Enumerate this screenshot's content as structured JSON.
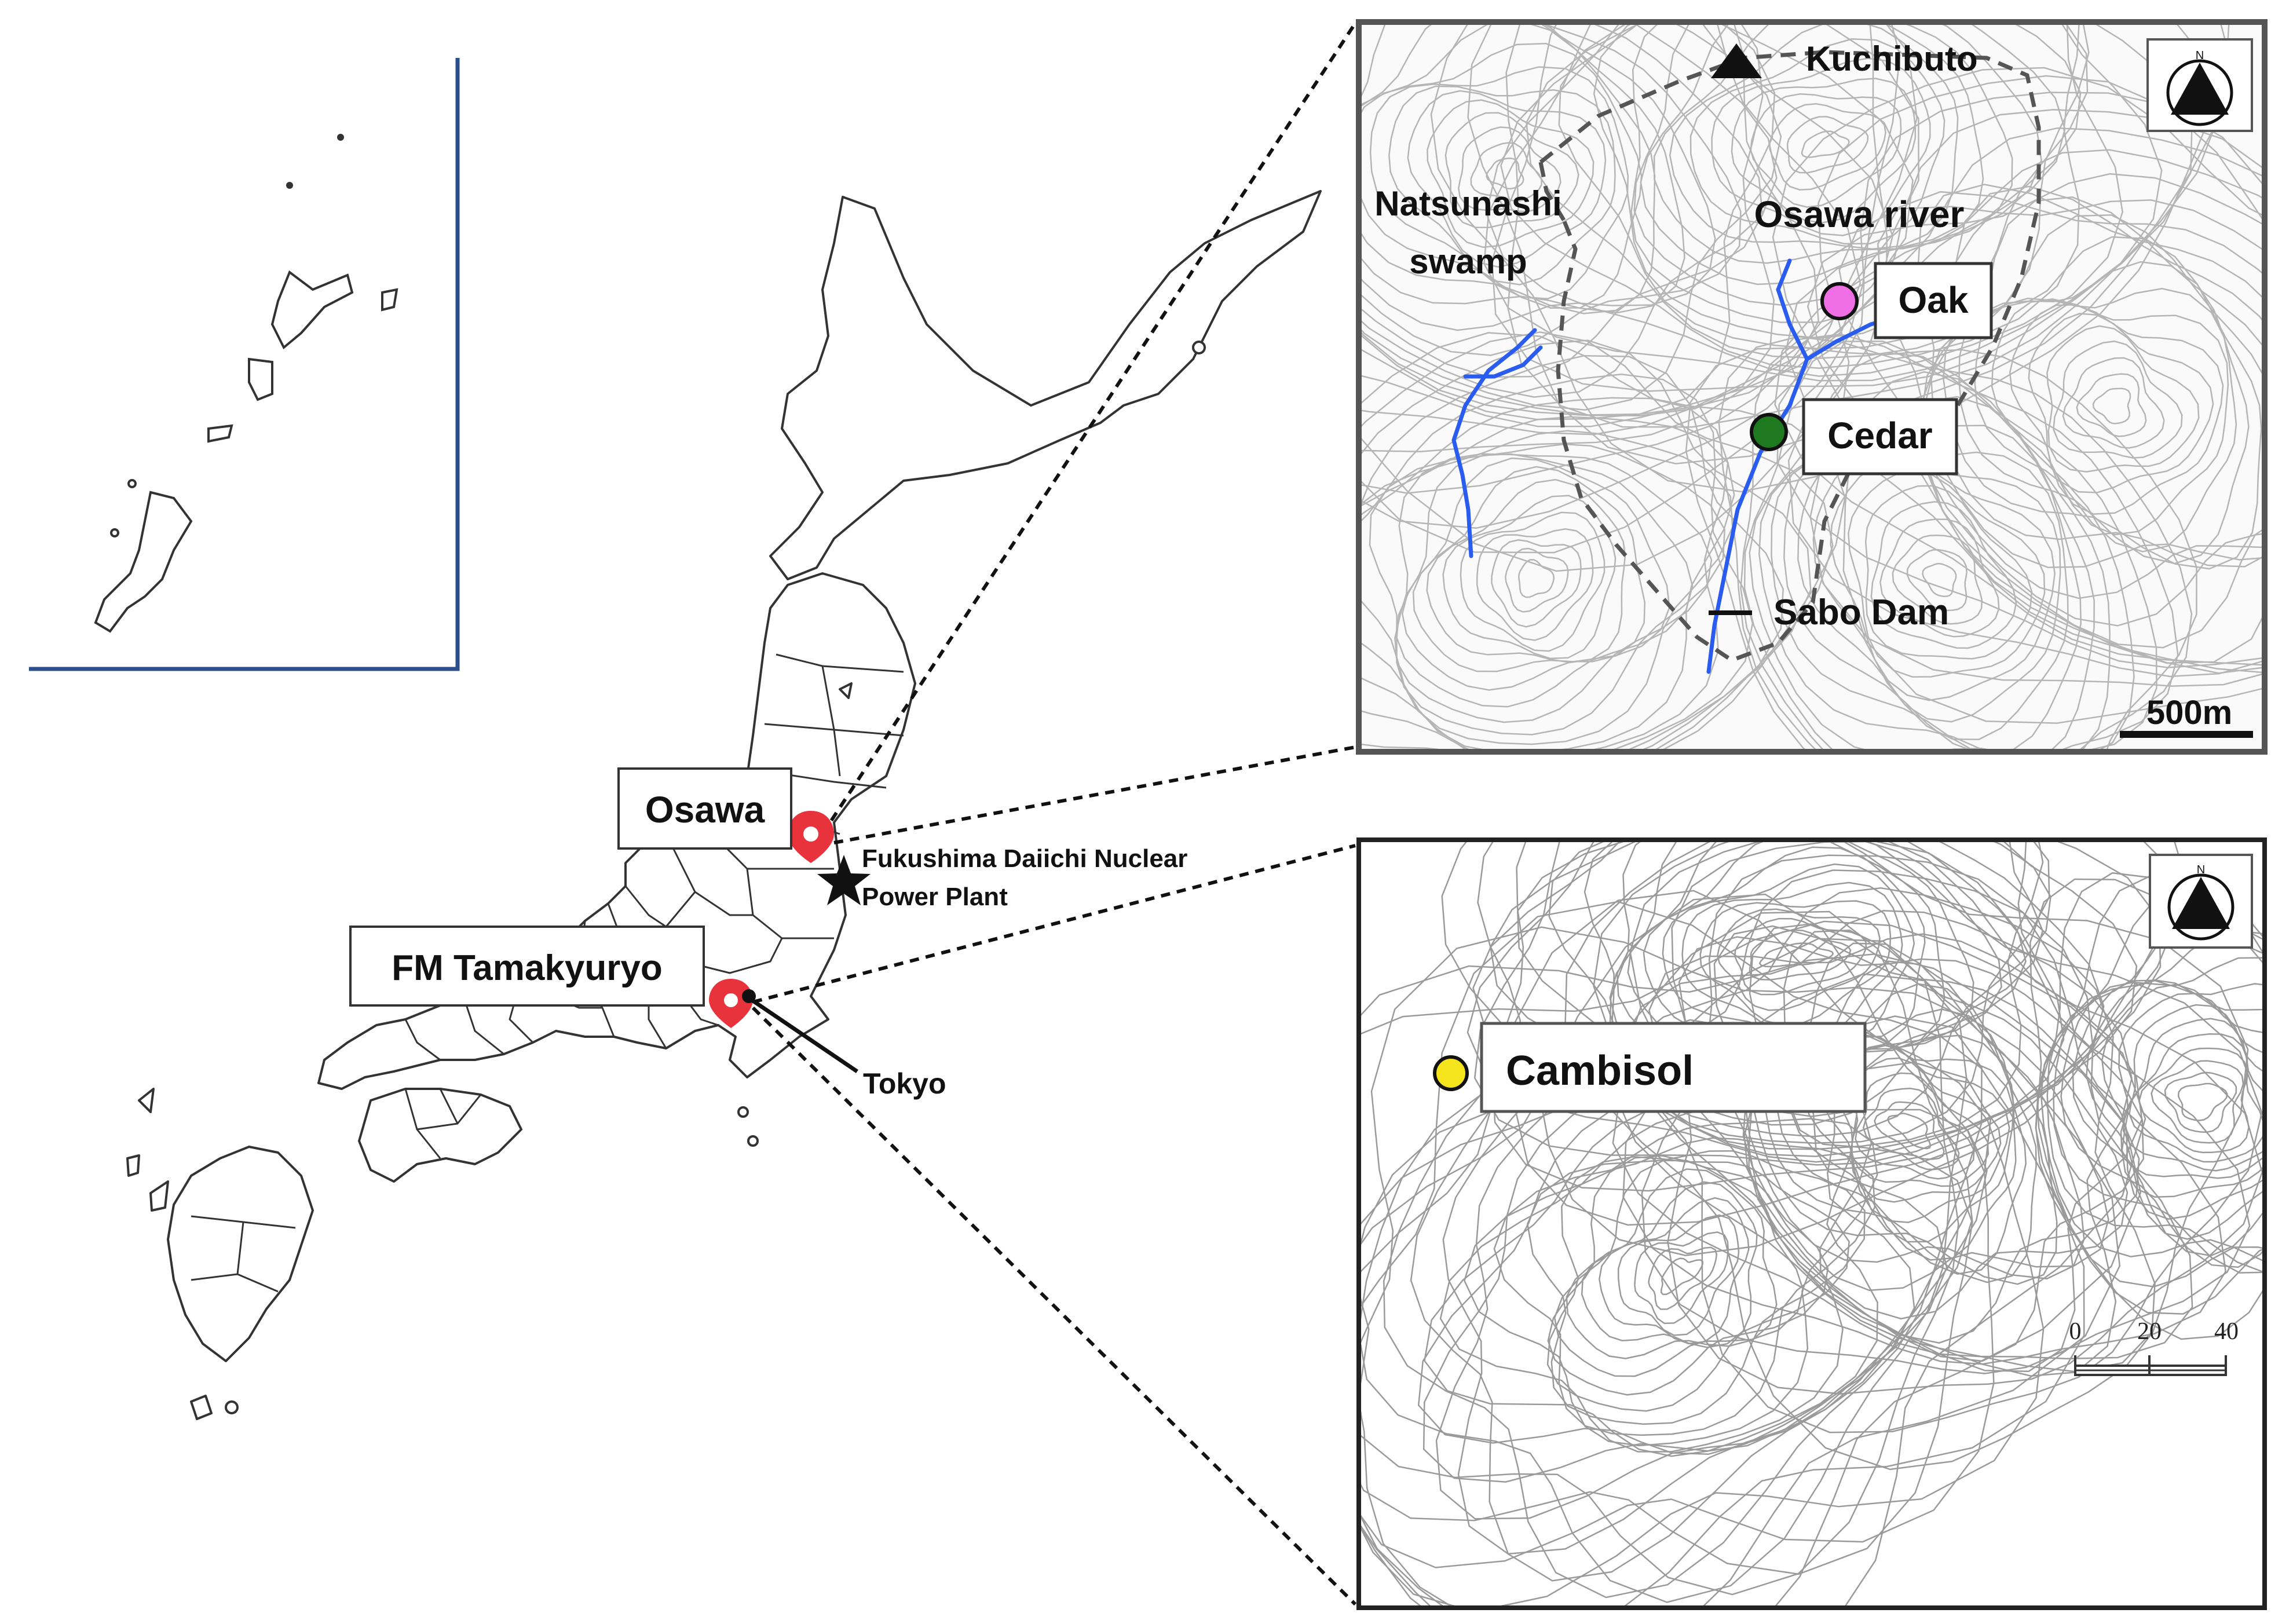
{
  "main_map": {
    "sites": {
      "osawa": "Osawa",
      "fm_tamakyuryo": "FM Tamakyuryo",
      "fukushima_line1": "Fukushima Daiichi Nuclear",
      "fukushima_line2": "Power Plant",
      "tokyo": "Tokyo"
    },
    "markers": {
      "site_pin_color": "#e8333d",
      "plant_symbol": "black-star-icon"
    }
  },
  "osawa_inset": {
    "peak": "Kuchibuto",
    "swamp_line1": "Natsunashi",
    "swamp_line2": "swamp",
    "river": "Osawa river",
    "dam": "Sabo Dam",
    "scale": "500m",
    "compass": "N",
    "plots": [
      {
        "label": "Oak",
        "color": "#f06ee6"
      },
      {
        "label": "Cedar",
        "color": "#1f7a1f"
      }
    ],
    "river_color": "#2a5cf0"
  },
  "tama_inset": {
    "plot": {
      "label": "Cambisol",
      "color": "#f5e31c"
    },
    "compass": "N",
    "scale_ticks": [
      "0",
      "20",
      "40"
    ]
  }
}
